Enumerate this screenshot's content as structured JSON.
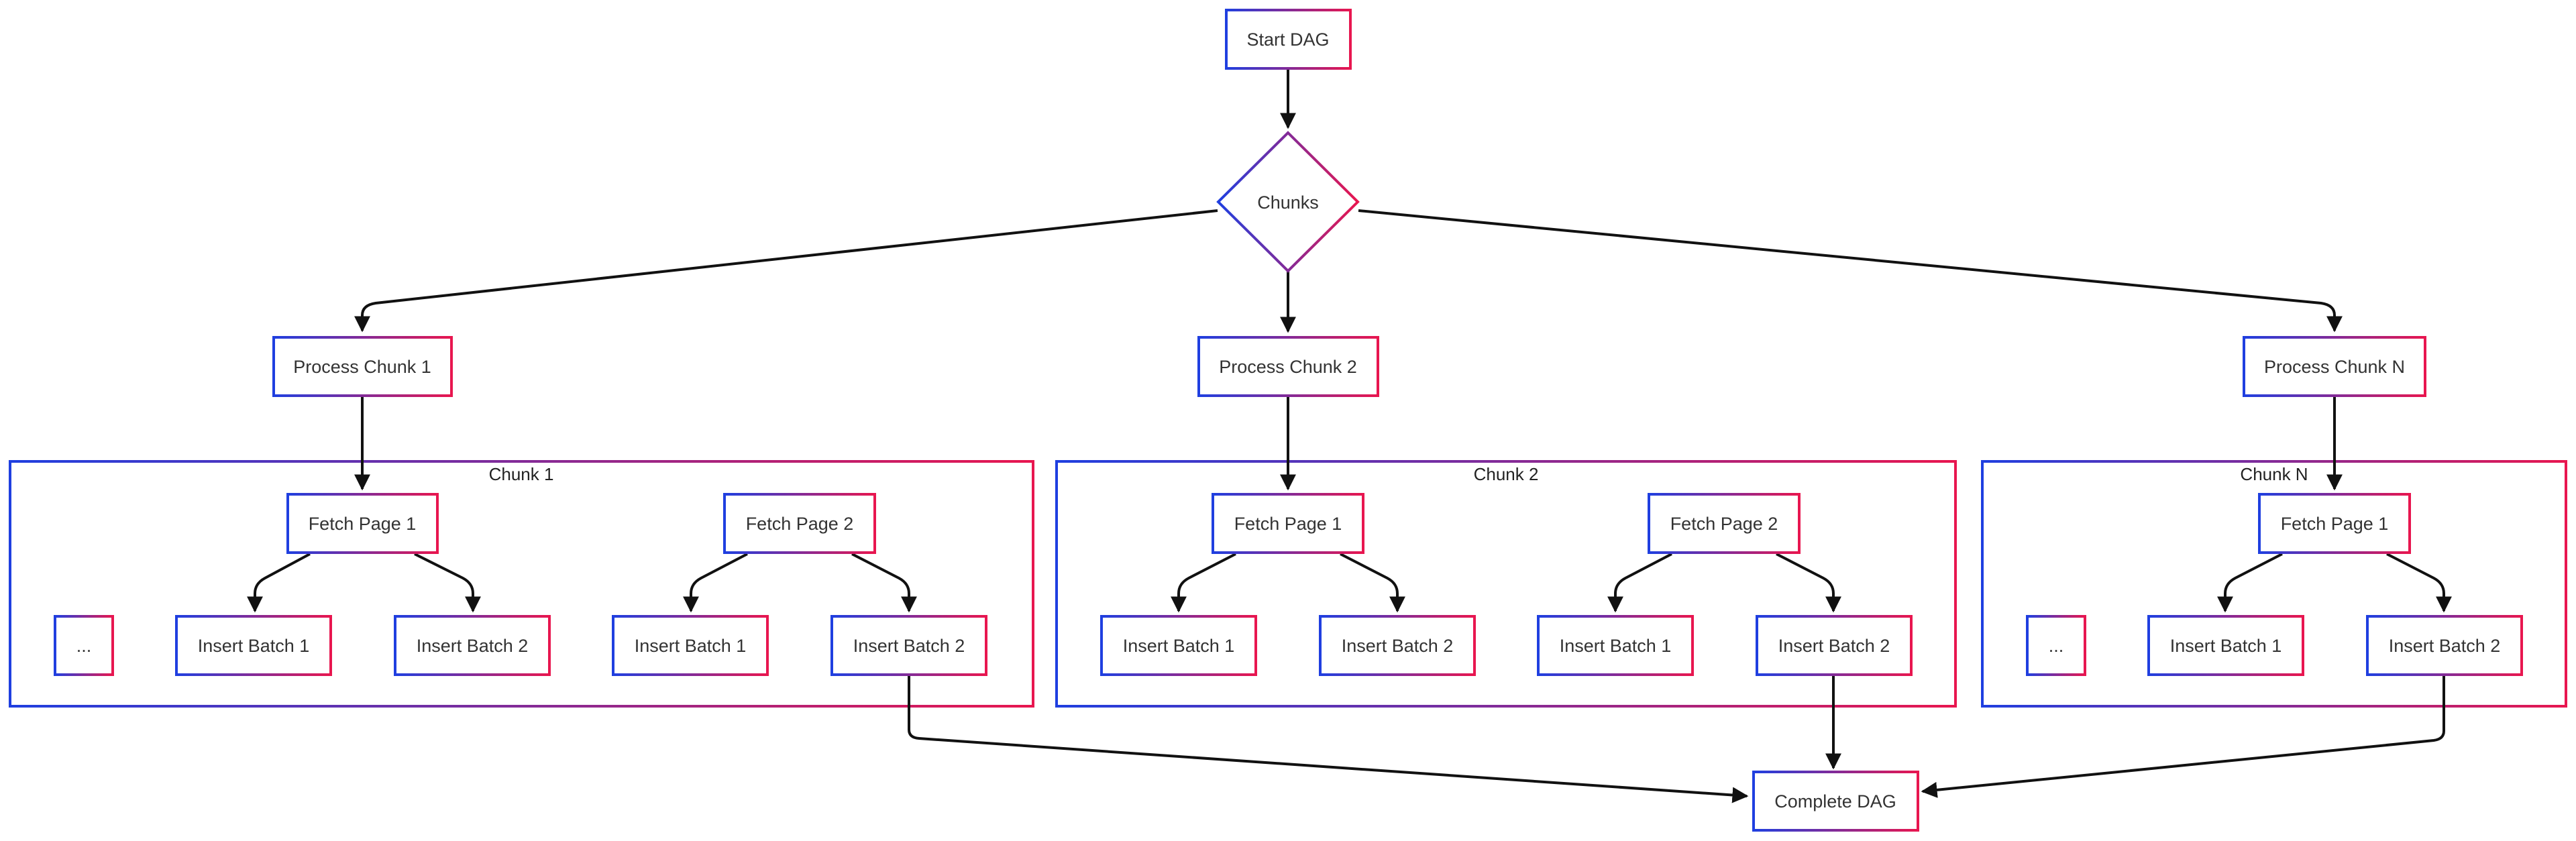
{
  "nodes": {
    "start": "Start DAG",
    "decision": "Chunks",
    "process_1": "Process Chunk 1",
    "process_2": "Process Chunk 2",
    "process_n": "Process Chunk N",
    "complete": "Complete DAG"
  },
  "clusters": [
    {
      "title": "Chunk 1",
      "fetch_1": "Fetch Page 1",
      "fetch_2": "Fetch Page 2",
      "ellipsis": "...",
      "insert_1a": "Insert Batch 1",
      "insert_1b": "Insert Batch 2",
      "insert_2a": "Insert Batch 1",
      "insert_2b": "Insert Batch 2"
    },
    {
      "title": "Chunk 2",
      "fetch_1": "Fetch Page 1",
      "fetch_2": "Fetch Page 2",
      "insert_1a": "Insert Batch 1",
      "insert_1b": "Insert Batch 2",
      "insert_2a": "Insert Batch 1",
      "insert_2b": "Insert Batch 2"
    },
    {
      "title": "Chunk N",
      "fetch_1": "Fetch Page 1",
      "ellipsis": "...",
      "insert_1a": "Insert Batch 1",
      "insert_1b": "Insert Batch 2"
    }
  ],
  "colors": {
    "gradient_start": "#1f3fe0",
    "gradient_end": "#e8164f",
    "edge": "#111111",
    "text": "#333333"
  }
}
